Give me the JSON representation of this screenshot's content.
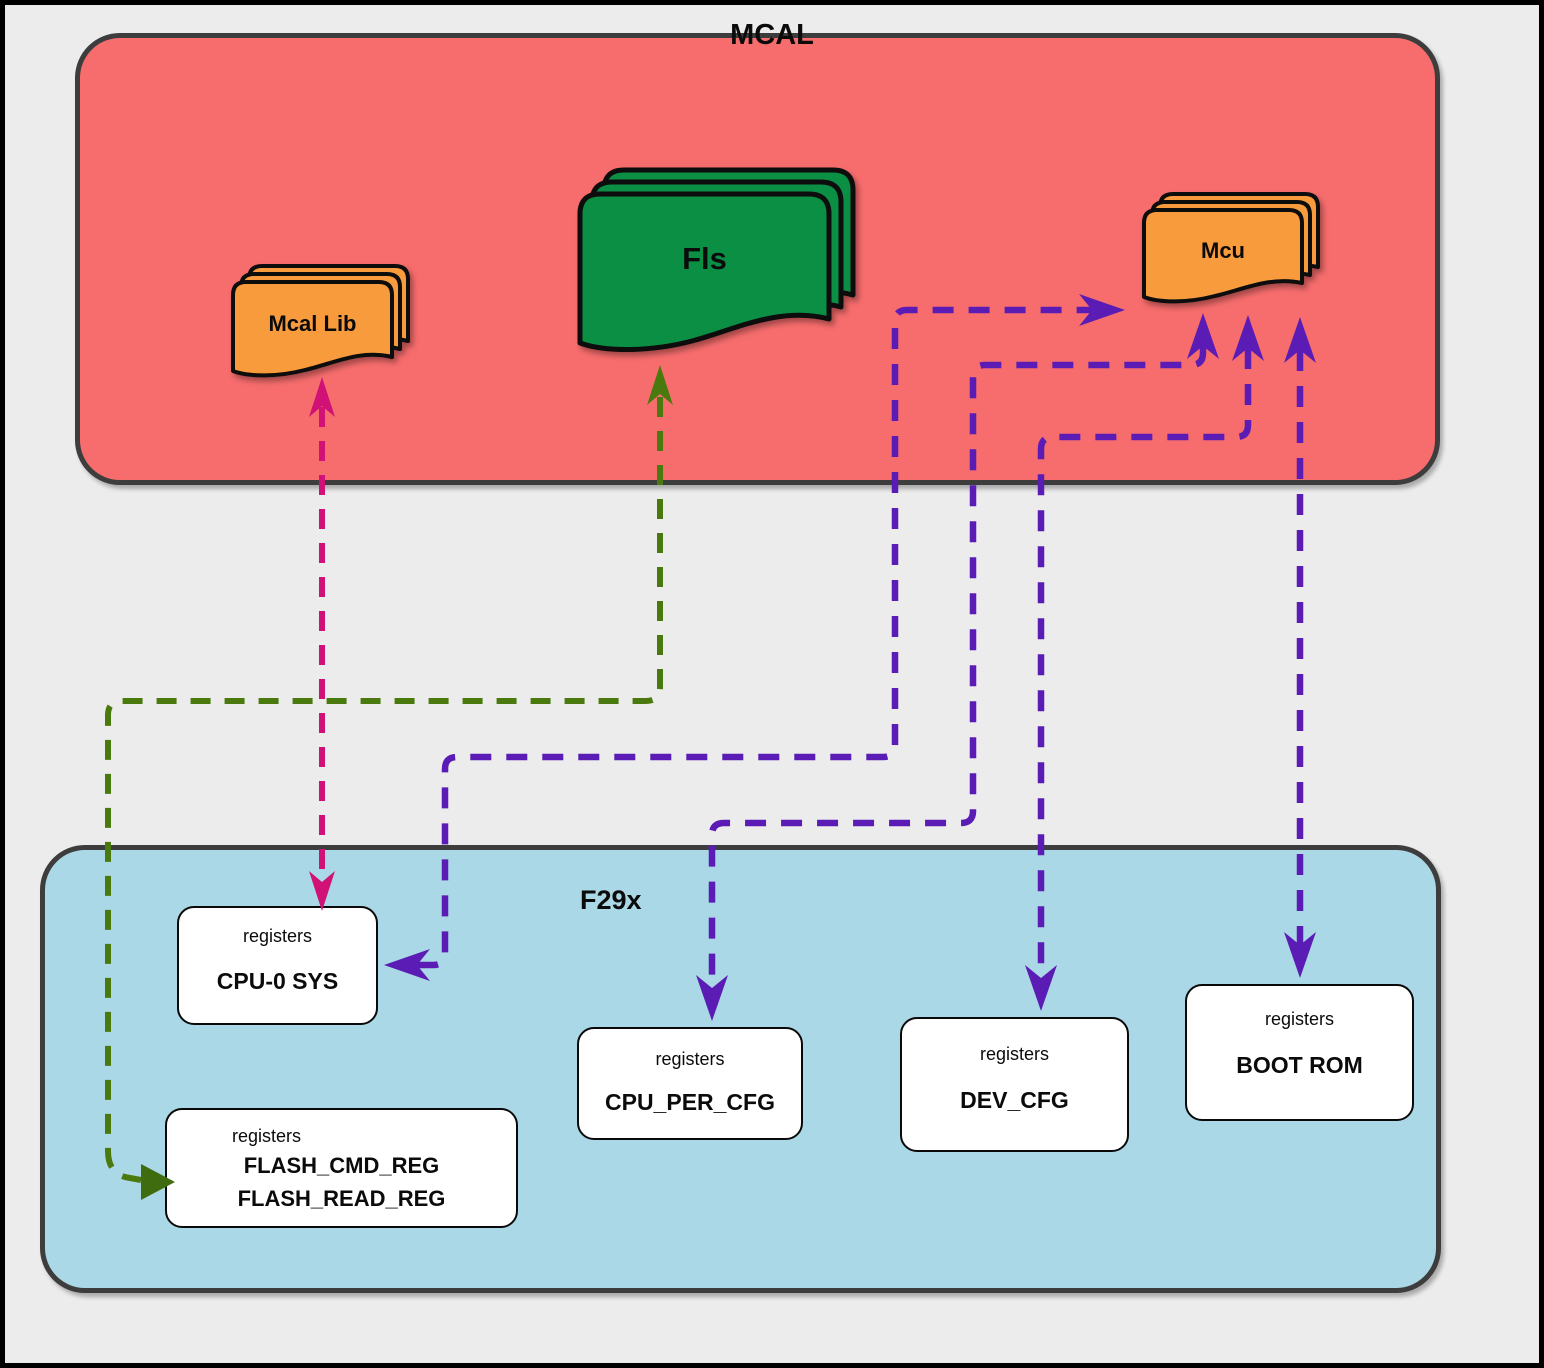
{
  "page": {
    "type": "software-architecture-diagram"
  },
  "mcal": {
    "title": "MCAL",
    "modules": {
      "mcal_lib": {
        "label": "Mcal Lib"
      },
      "fls": {
        "label": "Fls"
      },
      "mcu": {
        "label": "Mcu"
      }
    }
  },
  "f29x": {
    "title": "F29x",
    "register_blocks": [
      {
        "heading": "registers",
        "lines": [
          "CPU-0 SYS"
        ]
      },
      {
        "heading": "registers",
        "lines": [
          "FLASH_CMD_REG",
          "FLASH_READ_REG"
        ]
      },
      {
        "heading": "registers",
        "lines": [
          "CPU_PER_CFG"
        ]
      },
      {
        "heading": "registers",
        "lines": [
          "DEV_CFG"
        ]
      },
      {
        "heading": "registers",
        "lines": [
          "BOOT ROM"
        ]
      }
    ]
  },
  "connections": [
    {
      "from": "Mcal Lib",
      "to": "CPU-0 SYS",
      "color": "#d01277",
      "style": "dashed",
      "bidirectional": true
    },
    {
      "from": "Fls",
      "to": "FLASH_CMD_REG / FLASH_READ_REG",
      "color": "#4a7a0e",
      "style": "dashed",
      "bidirectional": true
    },
    {
      "from": "Mcu",
      "to": "CPU-0 SYS",
      "color": "#5a1cb4",
      "style": "dashed",
      "bidirectional": true
    },
    {
      "from": "Mcu",
      "to": "CPU_PER_CFG",
      "color": "#5a1cb4",
      "style": "dashed",
      "bidirectional": true
    },
    {
      "from": "Mcu",
      "to": "DEV_CFG",
      "color": "#5a1cb4",
      "style": "dashed",
      "bidirectional": true
    },
    {
      "from": "Mcu",
      "to": "BOOT ROM",
      "color": "#5a1cb4",
      "style": "dashed",
      "bidirectional": true
    }
  ],
  "colors": {
    "background": "#edecec",
    "mcal_fill": "#f76d6d",
    "f29x_fill": "#abd8e6",
    "document_orange": "#f89b3d",
    "document_green": "#0b8f45",
    "arrow_pink": "#d01277",
    "arrow_purple": "#5a1cb4",
    "arrow_green": "#4a7a0e",
    "container_border": "#3d3d3d"
  }
}
